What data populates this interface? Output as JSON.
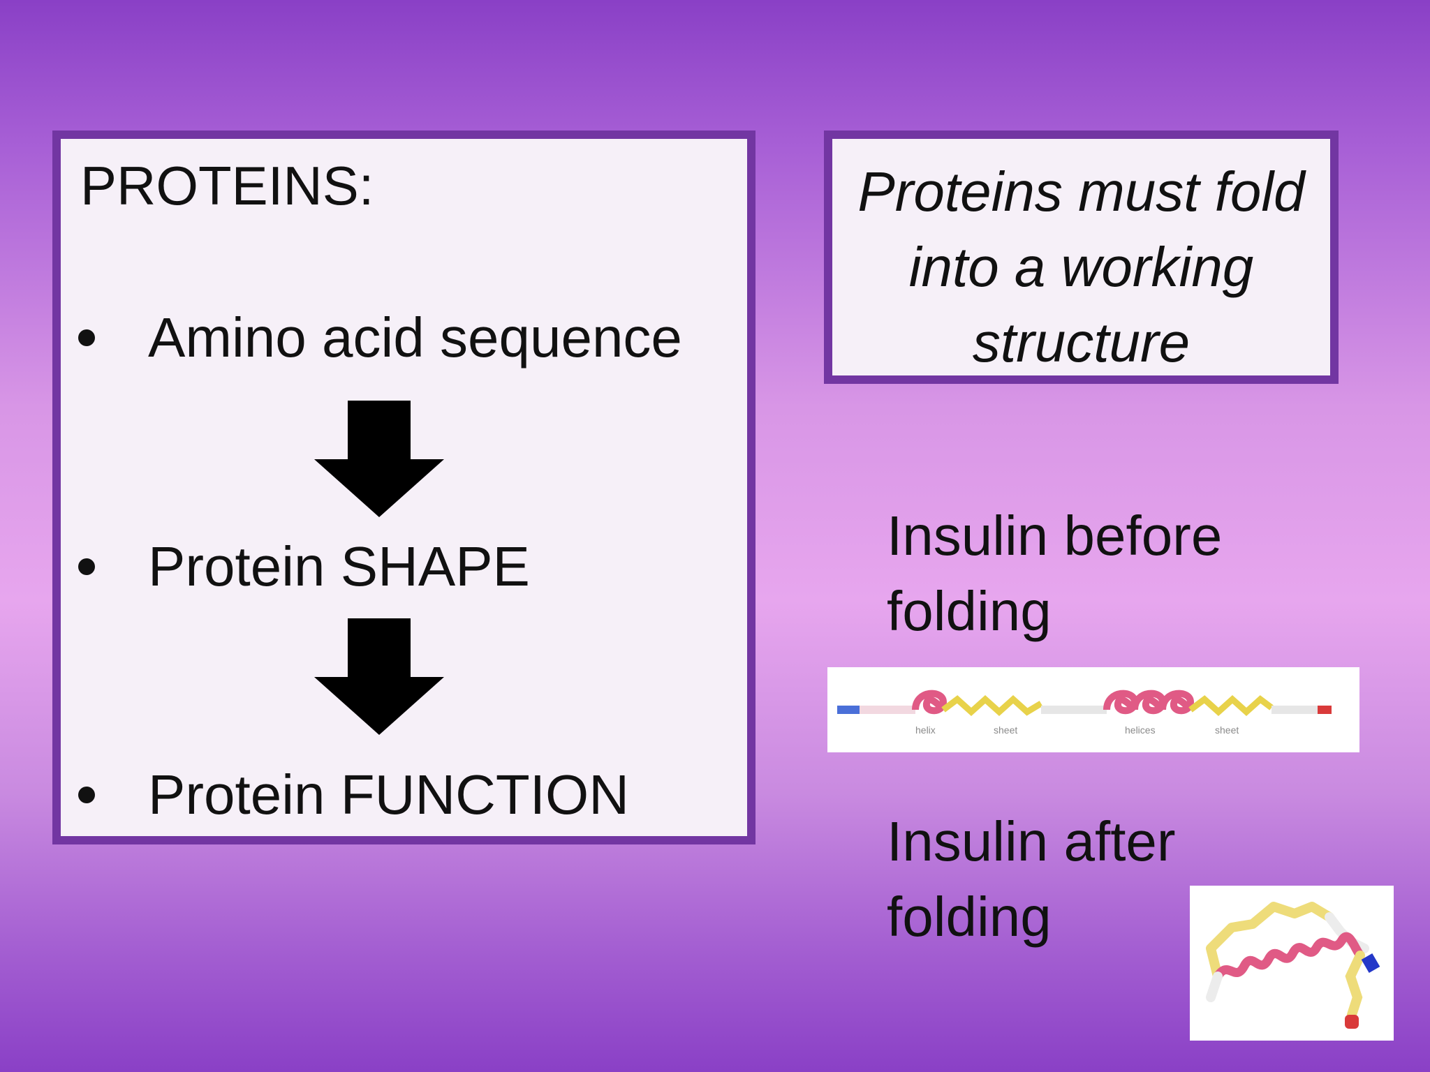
{
  "left_panel": {
    "heading": "PROTEINS:",
    "bullets": [
      "Amino acid sequence",
      "Protein SHAPE",
      "Protein FUNCTION"
    ]
  },
  "right_panel": {
    "callout_lines": [
      "Proteins must fold",
      "into a working",
      "structure"
    ]
  },
  "before": {
    "label_lines": [
      "Insulin before",
      "folding"
    ],
    "image_labels": [
      "helix",
      "sheet",
      "helices",
      "sheet"
    ]
  },
  "after": {
    "label_lines": [
      "Insulin after",
      "folding"
    ]
  },
  "colors": {
    "box_border": "#7236a2",
    "box_fill": "#f6f0f8",
    "helix": "#e05a85",
    "sheet": "#e8d24a"
  }
}
